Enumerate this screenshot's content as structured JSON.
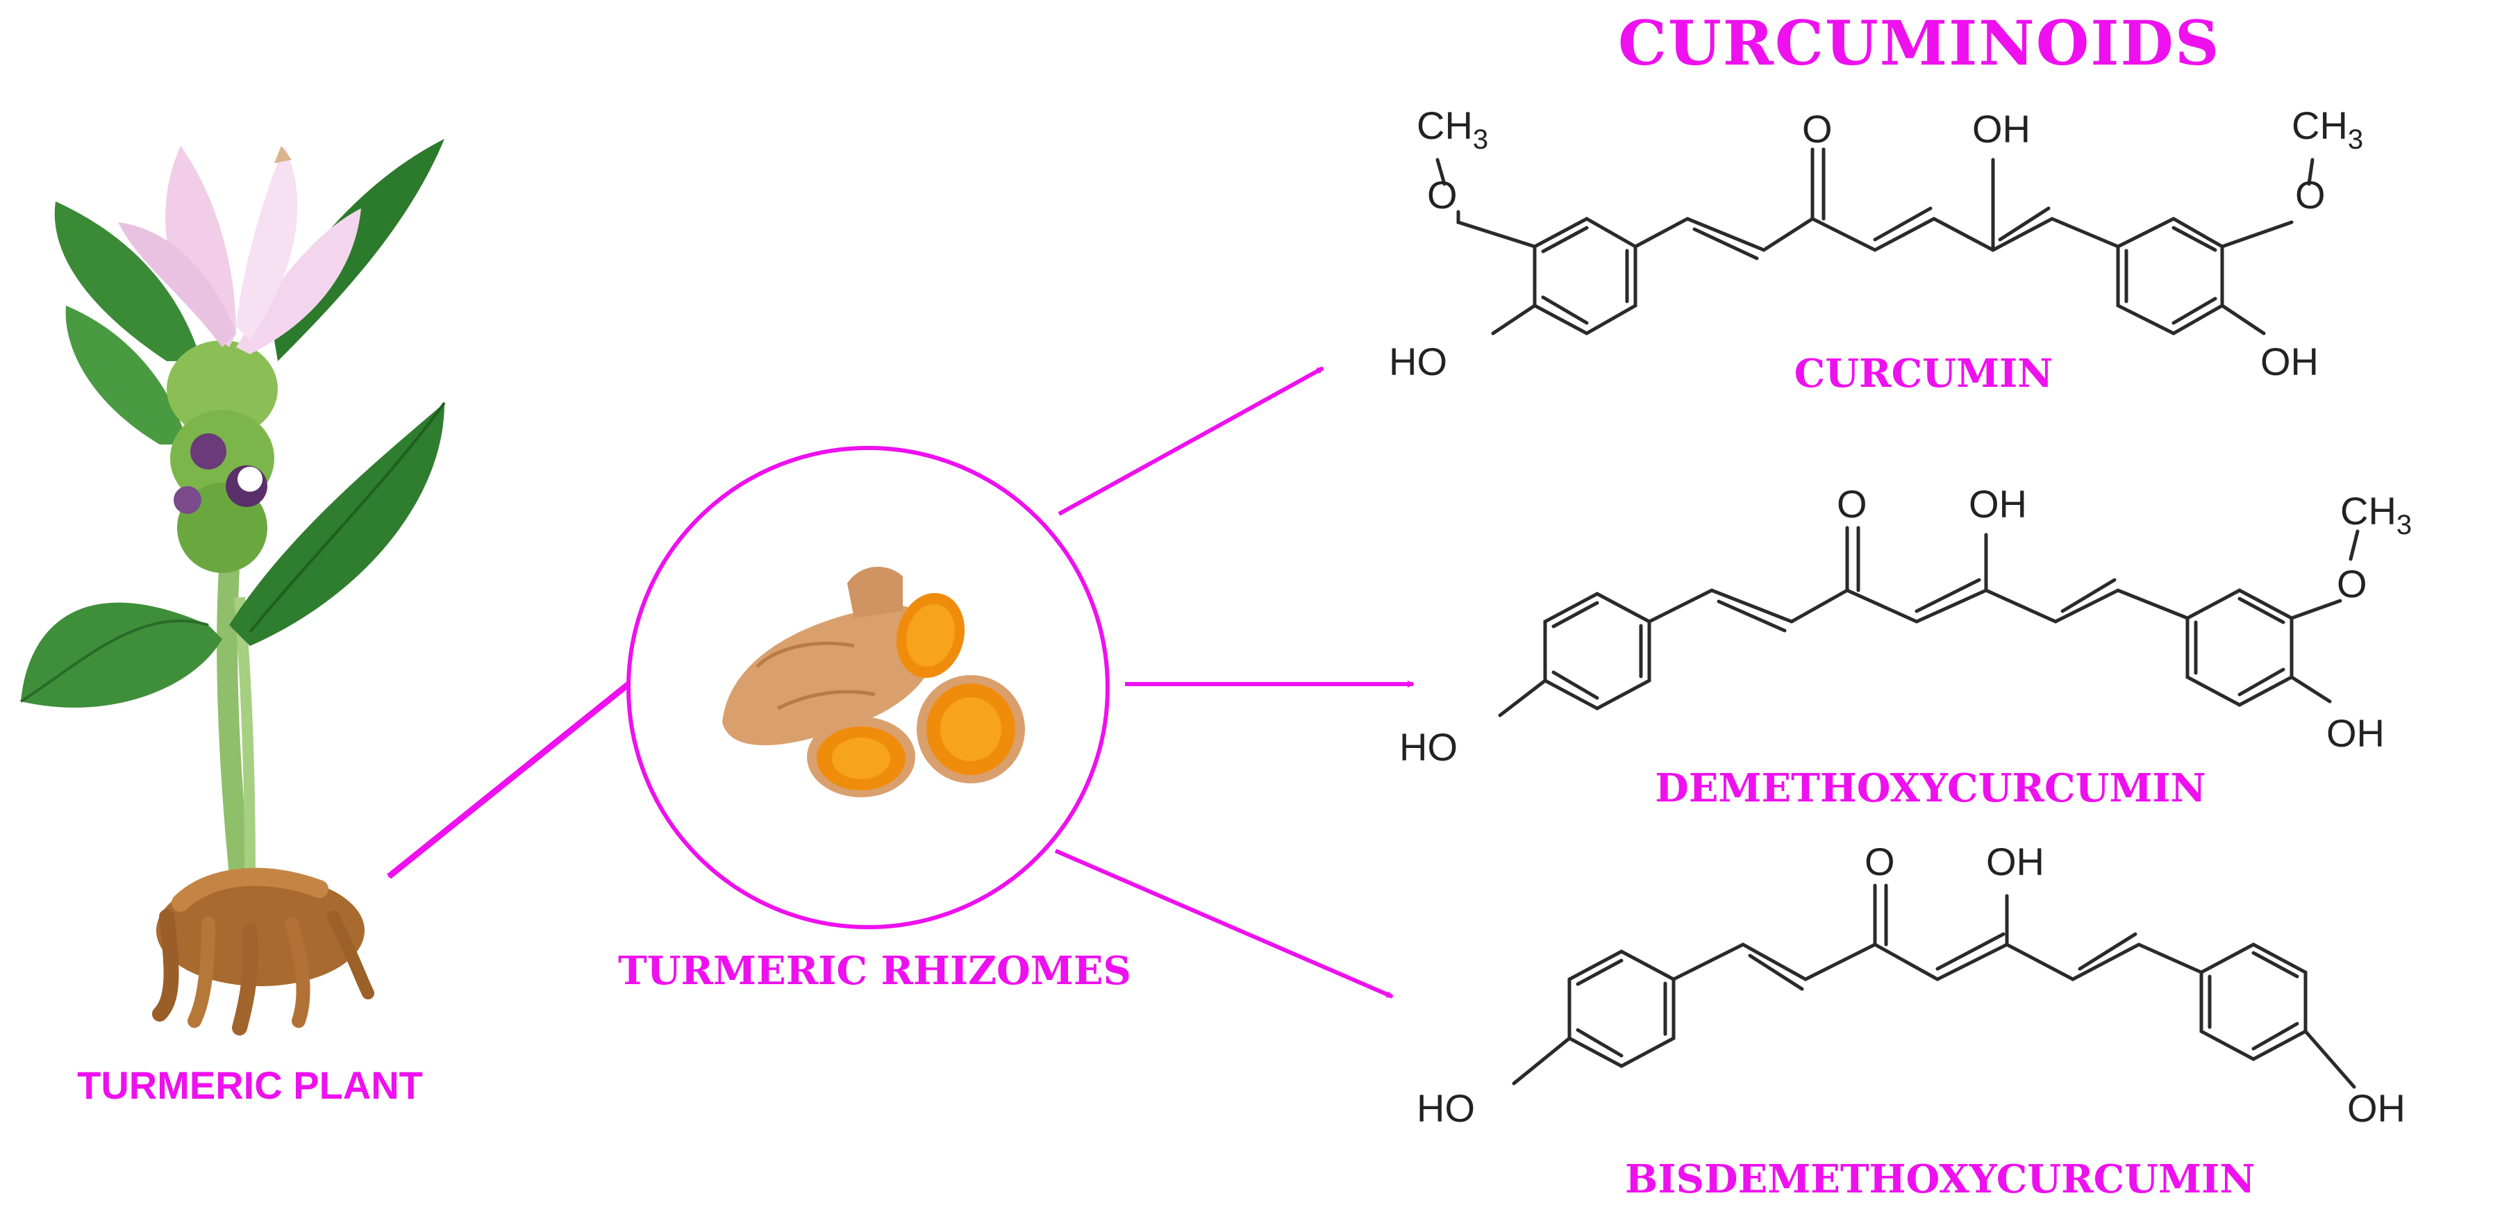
{
  "colors": {
    "accent": "#ee10ee",
    "bond": "#2a2a2a",
    "leaf": "#2e7d32",
    "flower": "#f3d4ec",
    "rhizome_flesh": "#f5920f",
    "rhizome_skin": "#d49a68",
    "root": "#a86a2e"
  },
  "labels": {
    "title": "CURCUMINOIDS",
    "plant": "TURMERIC PLANT",
    "rhizomes": "TURMERIC RHIZOMES",
    "curcumin": "CURCUMIN",
    "demethoxy": "DEMETHOXYCURCUMIN",
    "bisdemethoxy": "BISDEMETHOXYCURCUMIN"
  },
  "atoms": {
    "ch3": "CH",
    "ch3_sub": "3",
    "o": "O",
    "oh": "OH",
    "ho": "HO"
  },
  "icons": {
    "plant": "turmeric-plant-illustration",
    "rhizome": "turmeric-rhizome-illustration",
    "arrow": "arrow-icon"
  }
}
